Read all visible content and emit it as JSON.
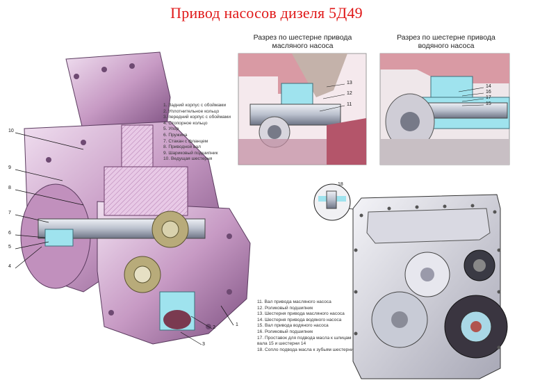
{
  "title": "Привод насосов дизеля 5Д49",
  "section_oil": {
    "caption_line1": "Разрез по шестерне привода",
    "caption_line2": "масляного насоса"
  },
  "section_water": {
    "caption_line1": "Разрез по шестерне привода",
    "caption_line2": "водяного насоса"
  },
  "legend_left": [
    "1. Задний корпус с обоймами",
    "2. Уплотнительное кольцо",
    "3. передний корпус с обоймами",
    "4. Стопорное кольцо",
    "5. Упор",
    "6. Пружина",
    "7. Стакан с фланцем",
    "8. Приводной вал",
    "9. Шариковый подшипник",
    "10. Ведущая шестерня"
  ],
  "legend_right": [
    "11. Вал привода масляного насоса",
    "12. Роликовый подшипник",
    "13. Шестерня привода масляного насоса",
    "14. Шестерня привода водяного насоса",
    "15. Вал привода водяного насоса",
    "16. Роликовый подшипник",
    "17. Проставок для подвода масла к шлицам",
    "вала 15 и шестерни 14",
    "18. Сопло подвода масла к зубьям шестерни"
  ],
  "callouts": {
    "n1": "1",
    "n2": "2",
    "n3": "3",
    "n4": "4",
    "n5": "5",
    "n6": "6",
    "n7": "7",
    "n8": "8",
    "n9": "9",
    "n10": "10",
    "n11": "11",
    "n12": "12",
    "n13": "13",
    "n14": "14",
    "n15": "15",
    "n16": "16",
    "n17": "17",
    "n18": "18"
  },
  "colors": {
    "title": "#e01818",
    "housing": "#c79ac4",
    "steel": "#c7ccd8",
    "cutaway_blue": "#9fe3ee",
    "hatch": "#d9b3d6"
  }
}
